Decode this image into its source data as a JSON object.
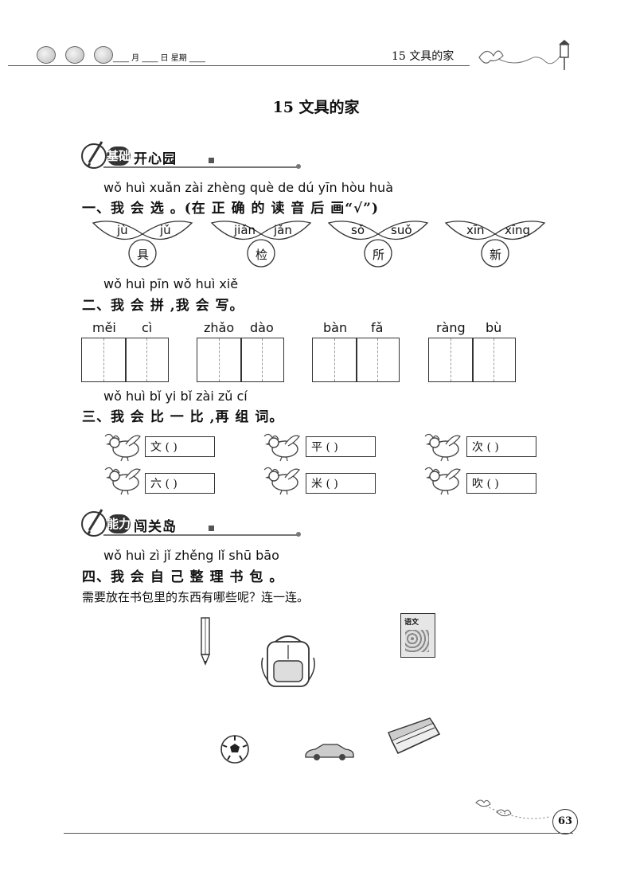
{
  "header": {
    "date_template": "____ 月 ____ 日  星期 ____",
    "lesson_ref": "15   文具的家"
  },
  "title": "15    文具的家",
  "section1": {
    "badge": "基础",
    "name": "开心园"
  },
  "q1": {
    "pinyin": "wǒ huì xuǎn      zài zhèng què de dú yīn hòu huà",
    "title": "一、我  会  选 。(在   正   确  的  读  音  后  画“√”)",
    "items": [
      {
        "left": "jù",
        "right": "jǔ",
        "char": "具"
      },
      {
        "left": "jiǎn",
        "right": "jǎn",
        "char": "检"
      },
      {
        "left": "sǒ",
        "right": "suǒ",
        "char": "所"
      },
      {
        "left": "xīn",
        "right": "xīng",
        "char": "新"
      }
    ]
  },
  "q2": {
    "pinyin": "wǒ huì pīn  wǒ huì xiě",
    "title": "二、我  会  拼 ,我  会  写。",
    "items": [
      {
        "p1": "měi",
        "p2": "cì"
      },
      {
        "p1": "zhǎo",
        "p2": "dào"
      },
      {
        "p1": "bàn",
        "p2": "fǎ"
      },
      {
        "p1": "ràng",
        "p2": "bù"
      }
    ]
  },
  "q3": {
    "pinyin": "wǒ huì bǐ yi bǐ  zài zǔ  cí",
    "title": "三、我  会  比 一 比 ,再  组  词。",
    "pairs": [
      {
        "top": "文 (          )",
        "bottom": "六 (          )"
      },
      {
        "top": "平 (          )",
        "bottom": "米 (          )"
      },
      {
        "top": "次 (          )",
        "bottom": "吹 (          )"
      }
    ]
  },
  "section2": {
    "badge": "能力",
    "name": "闯关岛"
  },
  "q4": {
    "pinyin": "wǒ huì zì  jǐ  zhěng  lǐ  shū bāo",
    "title": "四、我  会  自  己   整    理  书  包 。",
    "instruction": "需要放在书包里的东西有哪些呢？连一连。",
    "book_cover": "语文"
  },
  "footer": {
    "page_number": "63"
  }
}
